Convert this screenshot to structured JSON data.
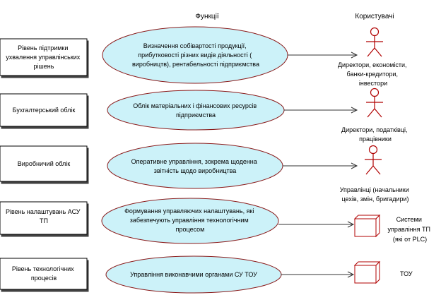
{
  "headers": {
    "functions": "Функції",
    "users": "Користувачі"
  },
  "levels": [
    {
      "lines": [
        "Рівень підтримки",
        "ухвалення управлінських",
        "рішень"
      ]
    },
    {
      "lines": [
        "Бухгалтерський облік"
      ]
    },
    {
      "lines": [
        "Виробничий облік"
      ]
    },
    {
      "lines": [
        "Рівень налаштувань АСУ",
        "ТП"
      ]
    },
    {
      "lines": [
        "Рівень технологічних",
        "процесів"
      ]
    }
  ],
  "functions": [
    {
      "lines": [
        "Визначення собівартості продукції,",
        "прибутковості різних видів діяльності (",
        "виробництв), рентабельності підприємства"
      ]
    },
    {
      "lines": [
        "Облік матеріальних і фінансових ресурсів",
        "підприємства"
      ]
    },
    {
      "lines": [
        "Оперативне управління, зокрема щоденна",
        "звітність щодо виробництва"
      ]
    },
    {
      "lines": [
        "Формування управляючих налаштувань, які",
        "забезпечують управління технологічним",
        "процесом"
      ]
    },
    {
      "lines": [
        "Управління виконавчими органами СУ ТОУ"
      ]
    }
  ],
  "users": [
    {
      "type": "actor",
      "lines": [
        "Директори, економісти,",
        "банки-кредитори,",
        "інвестори"
      ]
    },
    {
      "type": "actor",
      "lines": [
        "Директори, податківці,",
        "працівники"
      ]
    },
    {
      "type": "actor",
      "lines": [
        "Управлінці (начальники",
        "цехів, змін, бригадири)"
      ]
    },
    {
      "type": "node",
      "lines": [
        "Системи",
        "управління ТП",
        "(які от PLC)"
      ]
    },
    {
      "type": "node",
      "lines": [
        "ТОУ"
      ]
    }
  ],
  "colors": {
    "ellipse_fill": "#ccf2f9",
    "ellipse_stroke": "#8a1a1a",
    "line": "#333333",
    "actor_stroke": "#b00000"
  }
}
